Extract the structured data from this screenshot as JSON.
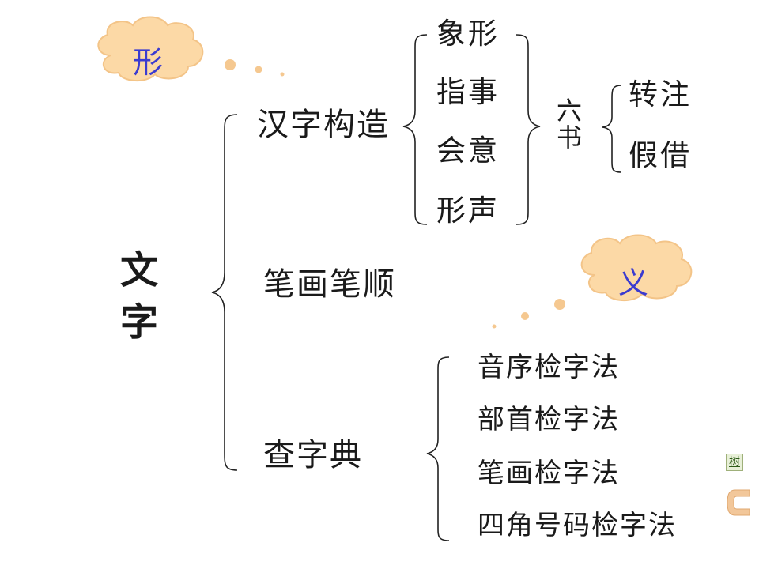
{
  "root": {
    "line1": "文",
    "line2": "字"
  },
  "clouds": {
    "xing": "形",
    "yi": "义"
  },
  "branches": {
    "construction": {
      "label": "汉字构造",
      "items": [
        "象形",
        "指事",
        "会意",
        "形声"
      ],
      "group_label": [
        "六",
        "书"
      ],
      "extra": [
        "转注",
        "假借"
      ]
    },
    "strokes": {
      "label": "笔画笔顺"
    },
    "dictionary": {
      "label": "查字典",
      "methods": [
        "音序检字法",
        "部首检字法",
        "笔画检字法",
        "四角号码检字法"
      ]
    }
  },
  "nav": {
    "tree_label": "树"
  },
  "colors": {
    "cloud_fill": "#fcd9a6",
    "cloud_dot": "#f5c890",
    "accent_text": "#3b3bd0",
    "brace": "#222222"
  }
}
